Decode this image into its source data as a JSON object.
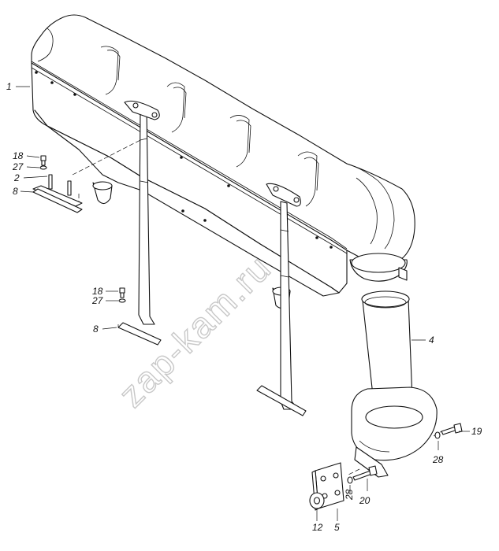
{
  "watermark": "zap-kam.ru",
  "callouts": [
    {
      "id": "c1",
      "label": "1"
    },
    {
      "id": "c18a",
      "label": "18"
    },
    {
      "id": "c27a",
      "label": "27"
    },
    {
      "id": "c2",
      "label": "2"
    },
    {
      "id": "c8a",
      "label": "8"
    },
    {
      "id": "c18b",
      "label": "18"
    },
    {
      "id": "c27b",
      "label": "27"
    },
    {
      "id": "c8b",
      "label": "8"
    },
    {
      "id": "c4",
      "label": "4"
    },
    {
      "id": "c19",
      "label": "19"
    },
    {
      "id": "c28a",
      "label": "28"
    },
    {
      "id": "c28b",
      "label": "28"
    },
    {
      "id": "c20",
      "label": "20"
    },
    {
      "id": "c12",
      "label": "12"
    },
    {
      "id": "c5",
      "label": "5"
    }
  ]
}
